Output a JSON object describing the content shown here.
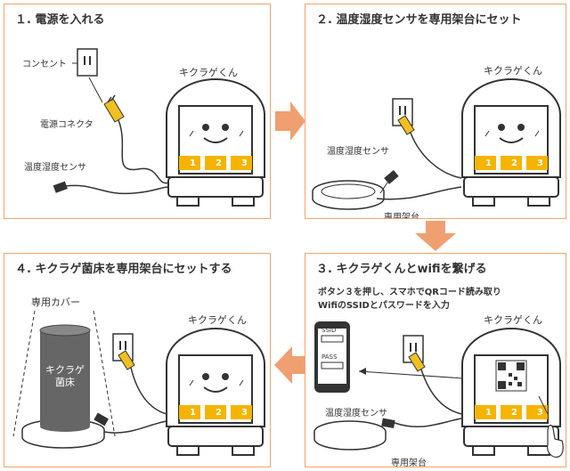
{
  "panels": [
    {
      "title": "１. 電源を入れる",
      "robot": "キクラゲくん",
      "outlet": "コンセント",
      "connector": "電源コネクタ",
      "sensor": "温度湿度センサ",
      "buttons": [
        "1",
        "2",
        "3"
      ]
    },
    {
      "title": "２. 温度湿度センサを専用架台にセット",
      "robot": "キクラゲくん",
      "sensor": "温度湿度センサ",
      "stand": "専用架台",
      "buttons": [
        "1",
        "2",
        "3"
      ]
    },
    {
      "title": "３. キクラゲくんとwifiを繋げる",
      "robot": "キクラゲくん",
      "instruction1": "ボタン３を押し、スマホでQRコード読み取り",
      "instruction2": "WifiのSSIDとパスワードを入力",
      "ssid": "SSID",
      "pass": "PASS",
      "sensor": "温度湿度センサ",
      "stand": "専用架台",
      "buttons": [
        "1",
        "2",
        "3"
      ]
    },
    {
      "title": "４. キクラゲ菌床を専用架台にセットする",
      "robot": "キクラゲくん",
      "cover": "専用カバー",
      "bed_line1": "キクラゲ",
      "bed_line2": "菌床",
      "buttons": [
        "1",
        "2",
        "3"
      ]
    }
  ],
  "colors": {
    "panel_border": "#f2a46a",
    "arrow": "#f0a070",
    "button": "#f5b400",
    "connector": "#f0c020"
  }
}
